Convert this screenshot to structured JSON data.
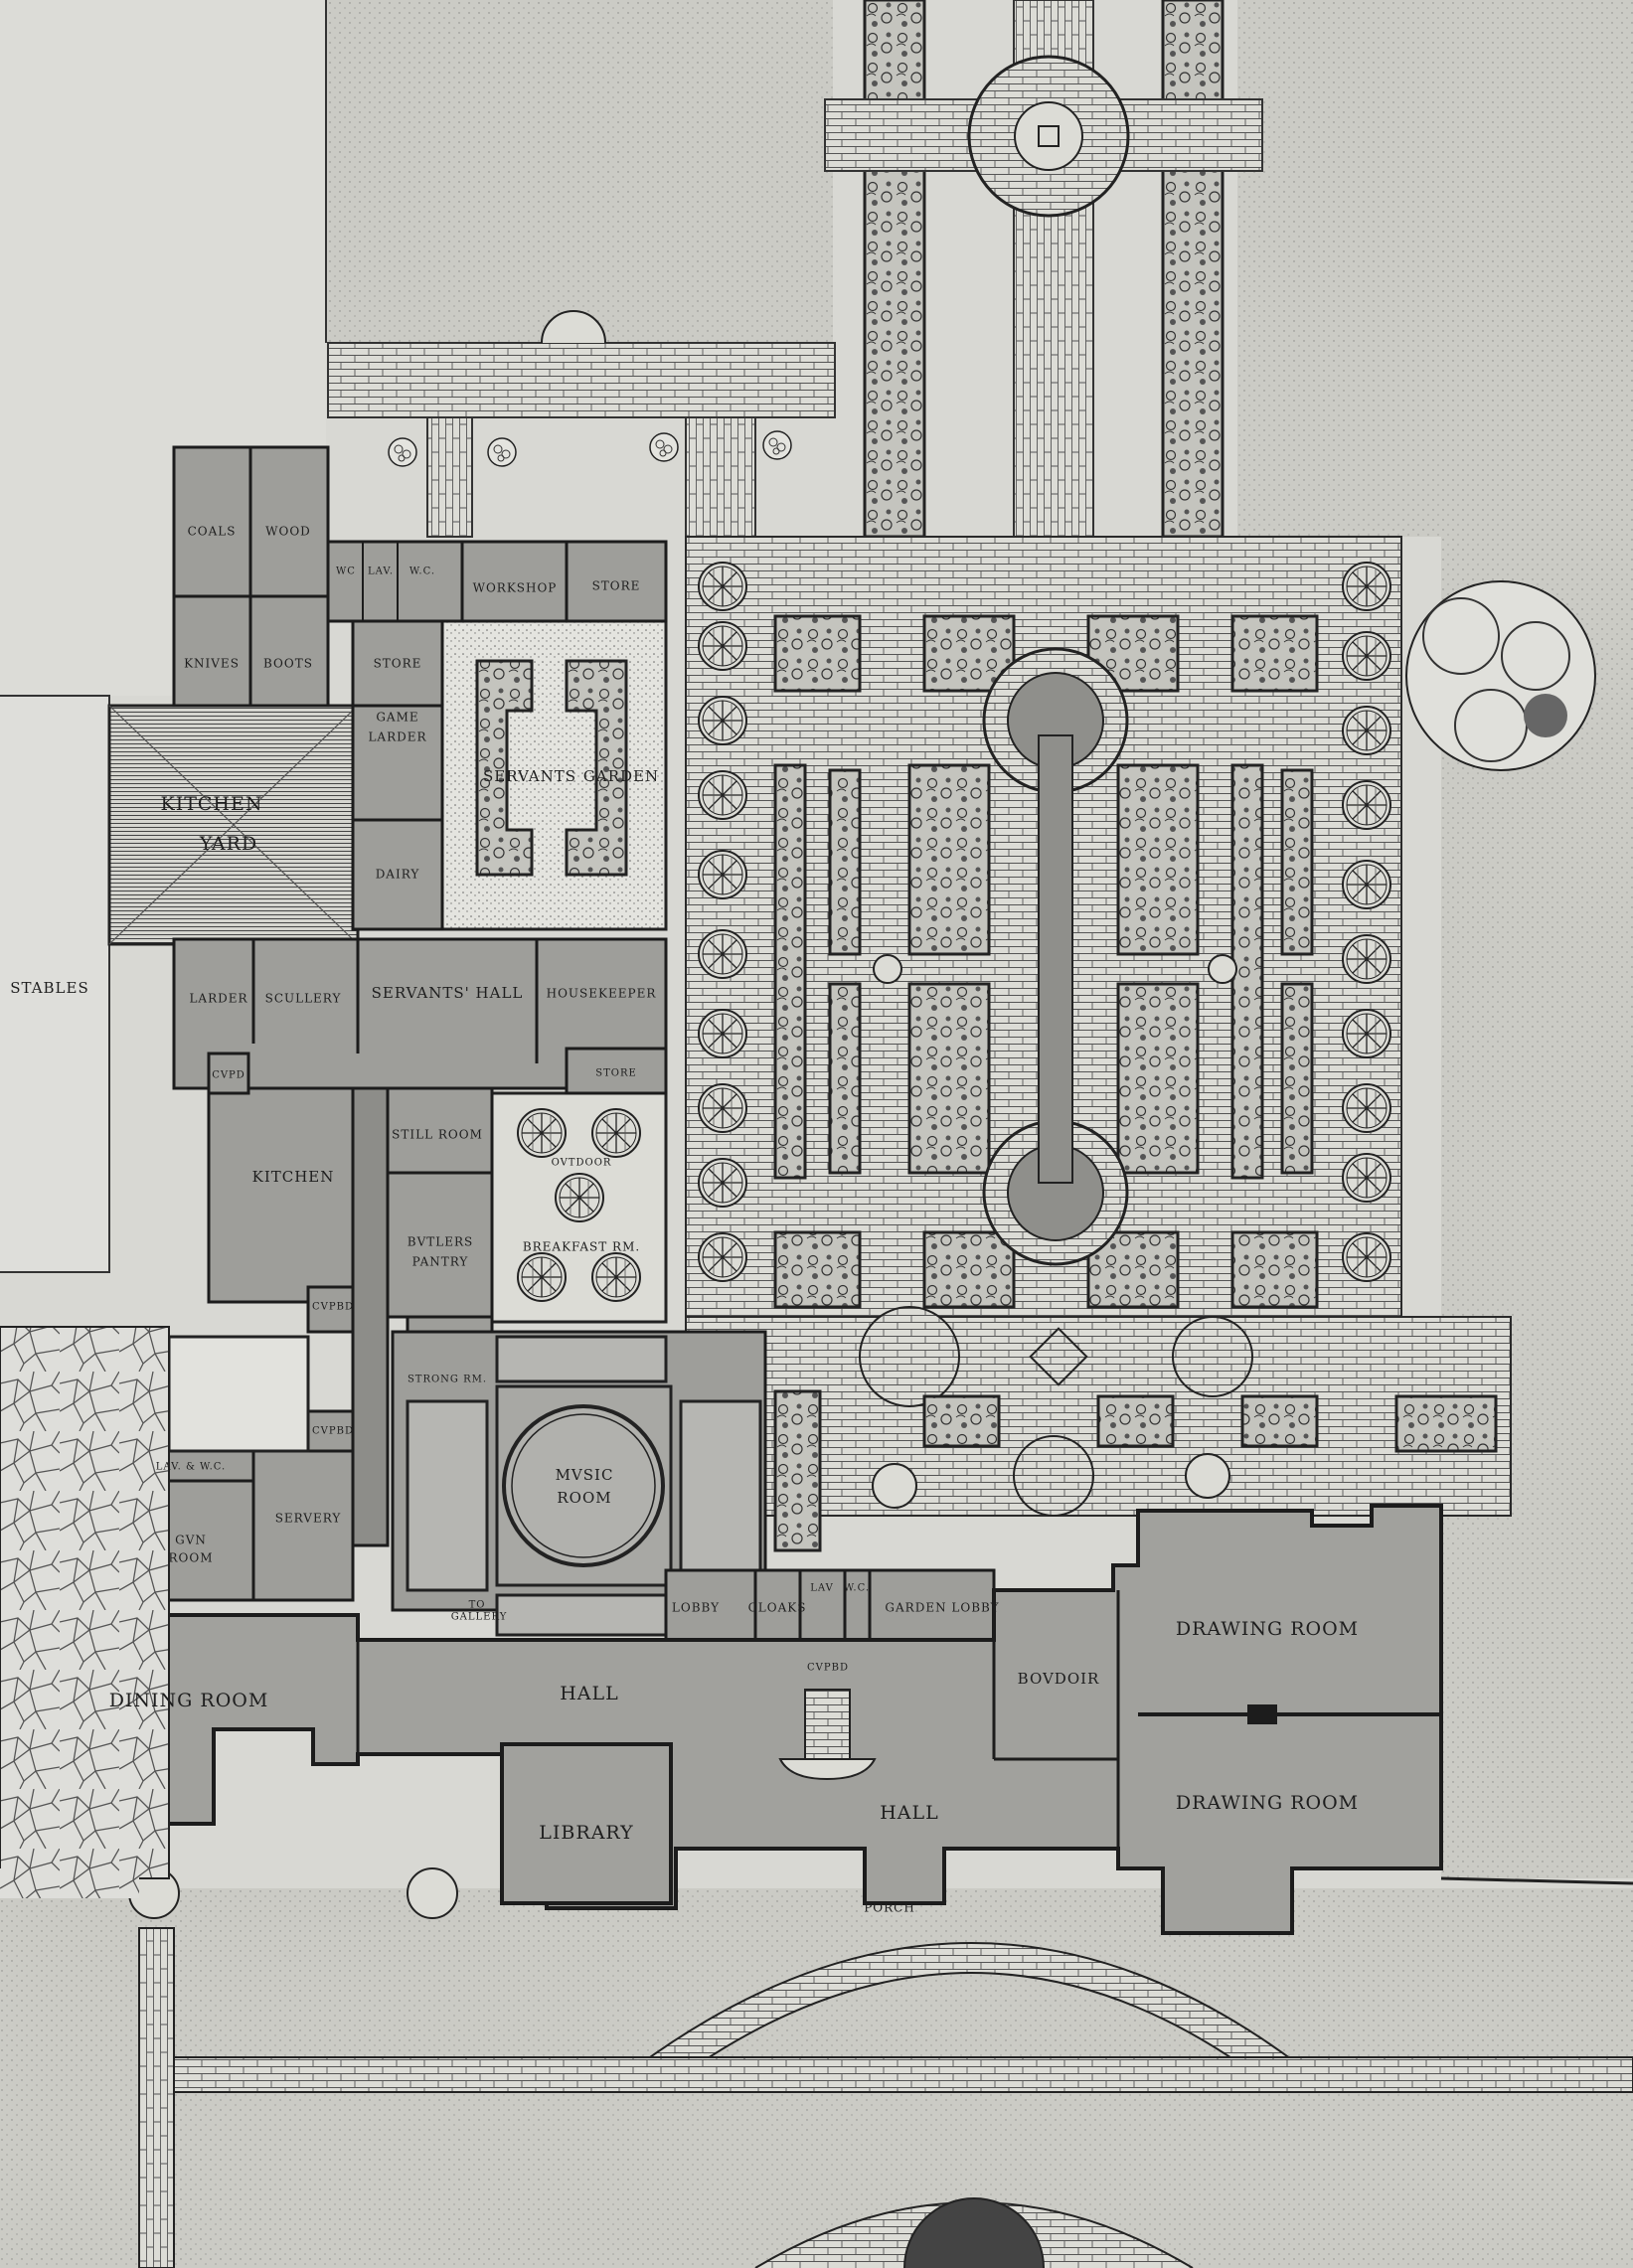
{
  "plan": {
    "colors": {
      "paper": "#d8d8d3",
      "lawn": "#cbcbc5",
      "building": "#9e9e9a",
      "walls": "#1c1c1c",
      "paving": "#dcdcd6"
    },
    "labels": {
      "coals": "COALS",
      "wood": "WOOD",
      "wc": "WC",
      "lav": "LAV.",
      "wc2": "W.C.",
      "workshop": "WORKSHOP",
      "store_north": "STORE",
      "knives": "KNIVES",
      "boots": "BOOTS",
      "store_mid": "STORE",
      "game": "GAME",
      "larder_game": "LARDER",
      "servants_garden_a": "SERVANTS",
      "servants_garden_b": "GARDEN",
      "kitchen_yard_a": "KITCHEN",
      "kitchen_yard_b": "YARD",
      "dairy": "DAIRY",
      "stables": "STABLES",
      "larder": "LARDER",
      "scullery": "SCULLERY",
      "servants_hall": "SERVANTS' HALL",
      "housekeeper": "HOUSEKEEPER",
      "store_hk": "STORE",
      "cupd_1": "CVPD",
      "still_room": "STILL ROOM",
      "kitchen": "KITCHEN",
      "outdoor": "OVTDOOR",
      "breakfast_rm": "BREAKFAST RM.",
      "butlers_a": "BVTLERS",
      "butlers_b": "PANTRY",
      "cupd_2": "CVPBD",
      "strong_rm": "STRONG RM.",
      "music_a": "MVSIC",
      "music_b": "ROOM",
      "cupd_3": "CVPBD",
      "lav_wc": "LAV. & W.C.",
      "gun_a": "GVN",
      "gun_b": "ROOM",
      "servery": "SERVERY",
      "gallery_a": "TO",
      "gallery_b": "GALLERY",
      "lobby_west": "LOBBY",
      "cloaks": "CLOAKS",
      "lav_small": "LAV",
      "wc_small": "W.C.",
      "garden_lobby": "GARDEN LOBBY",
      "cupd_4": "CVPBD",
      "dining_room": "DINING ROOM",
      "hall_north": "HALL",
      "boudoir": "BOVDOIR",
      "drawing_room_1": "DRAWING ROOM",
      "drawing_room_2": "DRAWING ROOM",
      "hall_south": "HALL",
      "library": "LIBRARY",
      "porch": "PORCH"
    }
  }
}
